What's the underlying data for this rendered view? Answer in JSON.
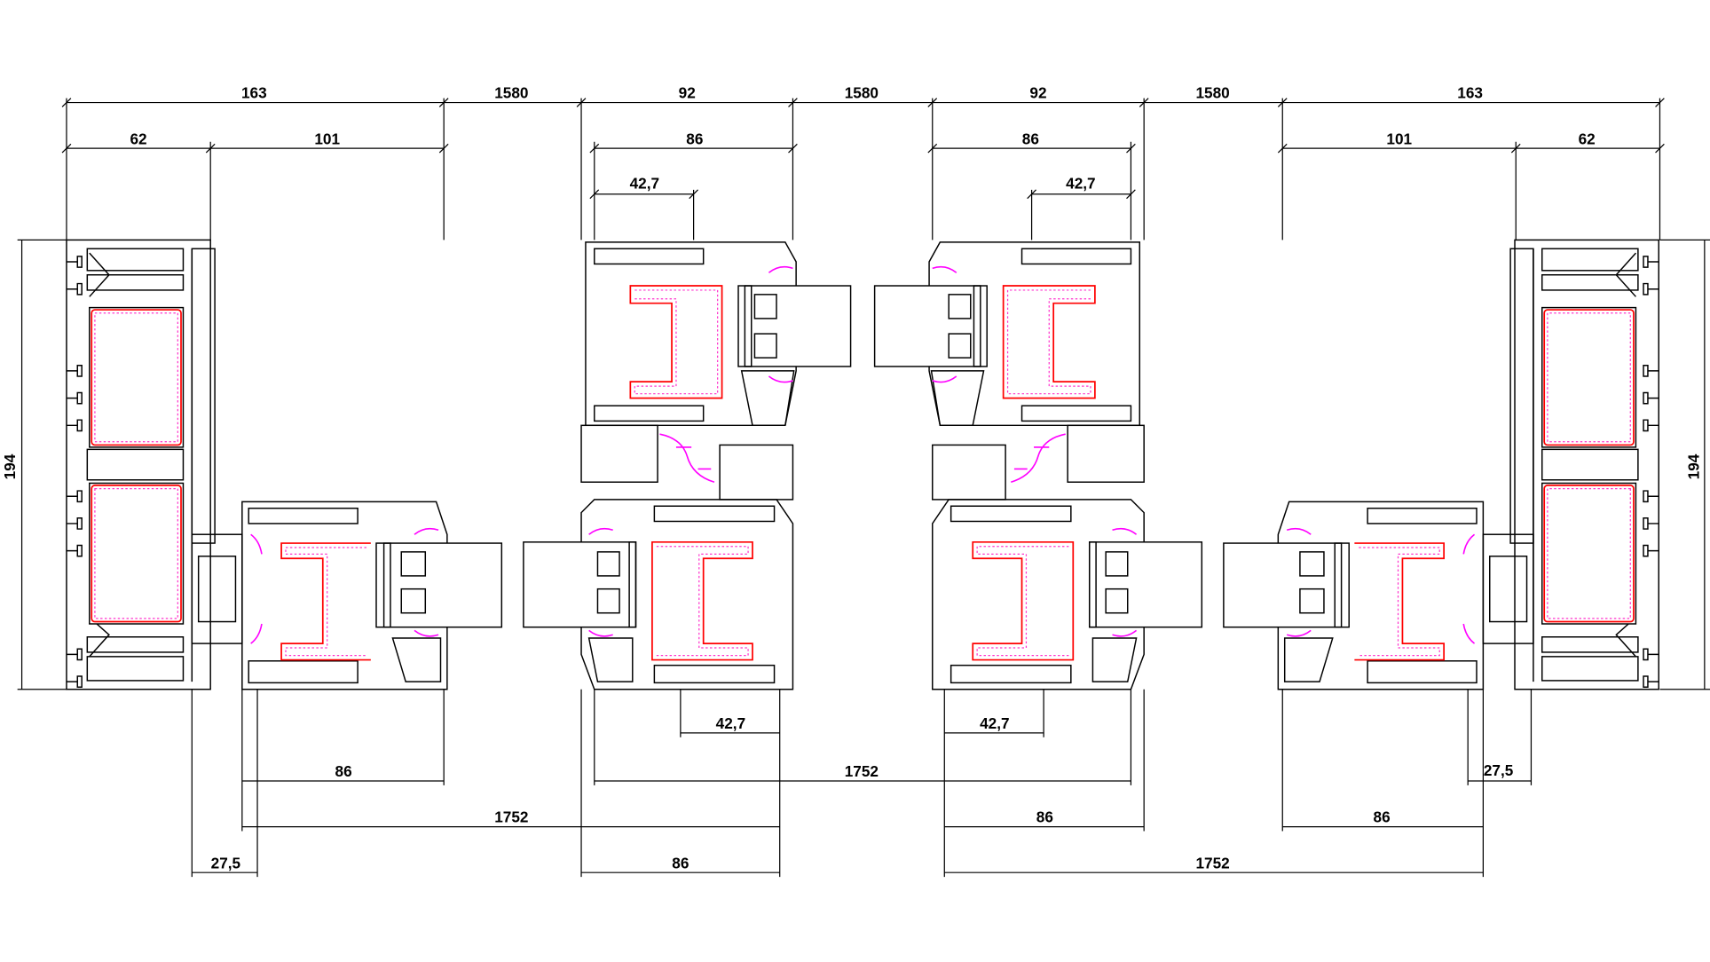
{
  "drawing": {
    "top_row_1": [
      "163",
      "1580",
      "92",
      "1580",
      "92",
      "1580",
      "163"
    ],
    "top_row_2": [
      "62",
      "101",
      "86",
      "86",
      "101",
      "62"
    ],
    "top_row_3": [
      "42,7",
      "42,7"
    ],
    "side": [
      "194",
      "194"
    ],
    "bottom": {
      "left_86": "86",
      "left_1752": "1752",
      "left_27_5": "27,5",
      "center_left_42_7": "42,7",
      "center_left_86": "86",
      "center_1752": "1752",
      "center_right_42_7": "42,7",
      "center_right_86": "86",
      "right_1752": "1752",
      "right_86": "86",
      "right_27_5": "27,5"
    }
  },
  "colors": {
    "line": "#000000",
    "reinforcement": "#ff0000",
    "gasket": "#ff00ff"
  }
}
